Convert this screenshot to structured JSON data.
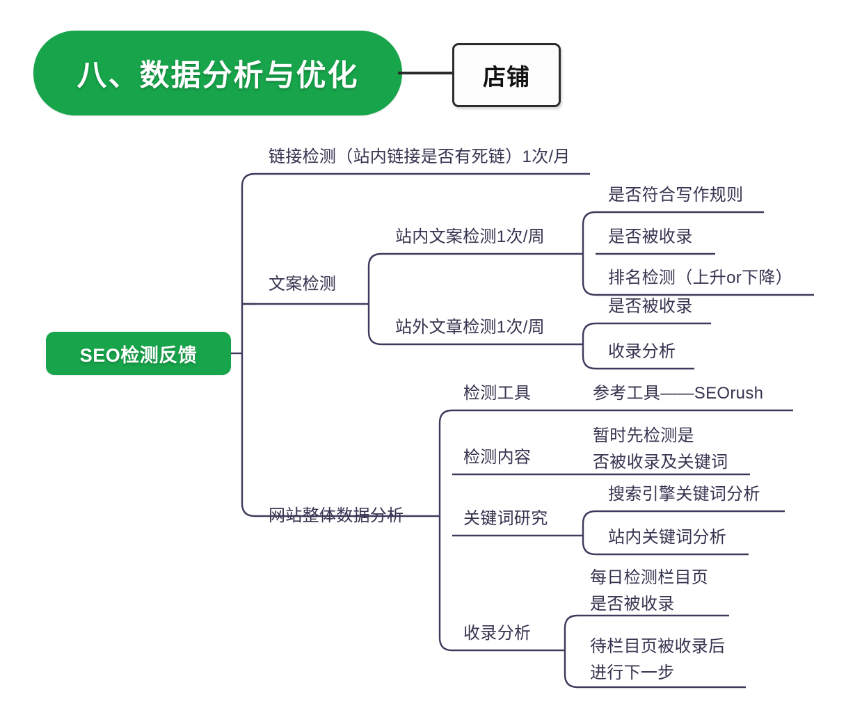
{
  "header": {
    "root_title": "八、数据分析与优化",
    "linked_node": "店铺",
    "brand_green": "#17a44a",
    "box_border": "#2b2b2e"
  },
  "mindmap": {
    "line_color": "#3d3a5c",
    "text_color": "#36334f",
    "root": {
      "label": "SEO检测反馈",
      "children": [
        {
          "label": "链接检测（站内链接是否有死链）1次/月",
          "children": []
        },
        {
          "label": "文案检测",
          "children": [
            {
              "label": "站内文案检测1次/周",
              "children": [
                {
                  "label": "是否符合写作规则"
                },
                {
                  "label": "是否被收录"
                },
                {
                  "label": "排名检测（上升or下降）"
                }
              ]
            },
            {
              "label": "站外文章检测1次/周",
              "children": [
                {
                  "label": "是否被收录"
                },
                {
                  "label": "收录分析"
                }
              ]
            }
          ]
        },
        {
          "label": "网站整体数据分析",
          "children": [
            {
              "label": "检测工具",
              "children": [
                {
                  "label": "参考工具——SEOrush"
                }
              ]
            },
            {
              "label": "检测内容",
              "children": [
                {
                  "label": "暂时先检测是\n否被收录及关键词"
                }
              ]
            },
            {
              "label": "关键词研究",
              "children": [
                {
                  "label": "搜索引擎关键词分析"
                },
                {
                  "label": "站内关键词分析"
                }
              ]
            },
            {
              "label": "收录分析",
              "children": [
                {
                  "label": "每日检测栏目页\n是否被收录"
                },
                {
                  "label": "待栏目页被收录后\n进行下一步"
                }
              ]
            }
          ]
        }
      ]
    }
  },
  "labels": {
    "link_check": "链接检测（站内链接是否有死链）1次/月",
    "copy_check": "文案检测",
    "onsite_copy": "站内文案检测1次/周",
    "offsite_article": "站外文章检测1次/周",
    "rule_compliance": "是否符合写作规则",
    "indexed_1": "是否被收录",
    "rank_check": "排名检测（上升or下降）",
    "indexed_2": "是否被收录",
    "index_analysis_1": "收录分析",
    "site_data_analysis": "网站整体数据分析",
    "detect_tool": "检测工具",
    "detect_tool_value": "参考工具——SEOrush",
    "detect_content": "检测内容",
    "detect_content_value": "暂时先检测是\n否被收录及关键词",
    "keyword_research": "关键词研究",
    "search_engine_keyword": "搜索引擎关键词分析",
    "onsite_keyword": "站内关键词分析",
    "index_analysis_2": "收录分析",
    "daily_column_check": "每日检测栏目页\n是否被收录",
    "after_indexed": "待栏目页被收录后\n进行下一步"
  }
}
